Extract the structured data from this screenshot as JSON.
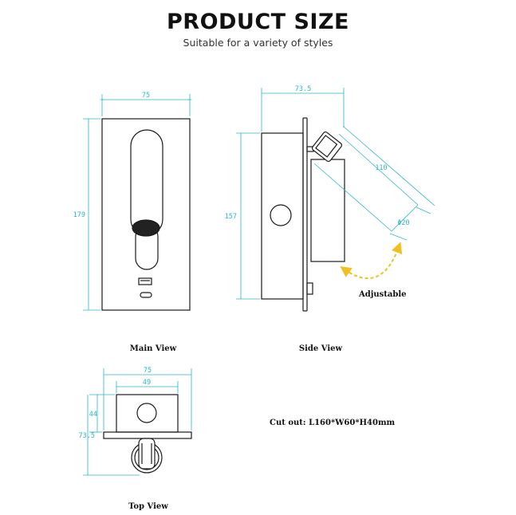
{
  "header": {
    "title": "PRODUCT SIZE",
    "subtitle": "Suitable for a variety of styles"
  },
  "main_view": {
    "caption": "Main View",
    "width_label": "75",
    "height_label": "179"
  },
  "side_view": {
    "caption": "Side View",
    "depth_label": "73.5",
    "height_label": "157",
    "arm_label": "110",
    "head_label": "Φ20",
    "adjust_label": "Adjustable"
  },
  "top_view": {
    "caption": "Top View",
    "outer_width_label": "75",
    "inner_width_label": "49",
    "body_depth_label": "44",
    "total_depth_label": "73.5"
  },
  "cutout": {
    "text": "Cut out: L160*W60*H40mm"
  },
  "colors": {
    "line": "#1a1a1a",
    "dimension": "#2bb6c8",
    "arrow": "#f0c020"
  }
}
